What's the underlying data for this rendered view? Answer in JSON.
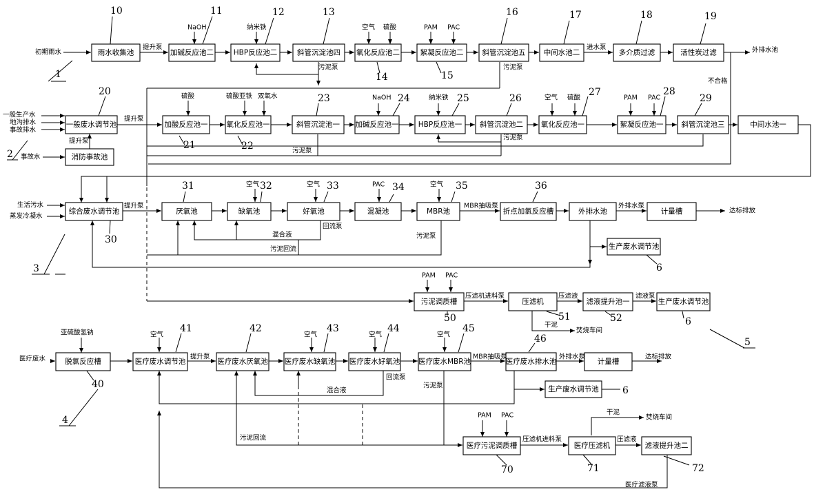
{
  "boxes": {
    "b1": "雨水收集池",
    "b2": "加碱反应池二",
    "b3": "HBP反应池二",
    "b4": "斜管沉淀池四",
    "b5": "氧化反应池二",
    "b6": "絮凝反应池二",
    "b7": "斜管沉淀池五",
    "b8": "中间水池二",
    "b9": "多介质过滤",
    "b10": "活性炭过滤",
    "b11": "一般废水调节池",
    "b12": "消防事故池",
    "b13": "加酸反应池一",
    "b14": "氧化反应池一",
    "b15": "斜管沉淀池一",
    "b16": "加碱反应池一",
    "b17": "HBP反应池一",
    "b18": "斜管沉淀池二",
    "b19": "氧化反应池一",
    "b20": "絮凝反应池一",
    "b21": "斜管沉淀池三",
    "b22": "中间水池一",
    "b23": "综合废水调节池",
    "b24": "厌氧池",
    "b25": "缺氧池",
    "b26": "好氧池",
    "b27": "混凝池",
    "b28": "MBR池",
    "b29": "折点加氯反应槽",
    "b30": "外排水池",
    "b31": "计量槽",
    "b32": "生产废水调节池",
    "b33": "污泥调质槽",
    "b34": "压滤机",
    "b35": "滤液提升池一",
    "b36": "生产废水调节池",
    "b37": "脱氯反应槽",
    "b38": "医疗废水调节池",
    "b39": "医疗废水厌氧池",
    "b40": "医疗废水缺氧池",
    "b41": "医疗废水好氧池",
    "b42": "医疗废水MBR池",
    "b43": "医疗废水排水池",
    "b44": "计量槽",
    "b45": "生产废水调节池",
    "b46": "医疗污泥调质槽",
    "b47": "医疗压滤机",
    "b48": "滤液提升池二"
  },
  "labels": {
    "t1": "初期雨水",
    "t2": "提升泵",
    "t3": "NaOH",
    "t4": "纳米铁",
    "t5": "空气",
    "t6": "硫酸",
    "t7": "PAM",
    "t8": "PAC",
    "t9": "进水泵",
    "t10": "外排水池",
    "t11": "污泥泵",
    "t12": "污泥泵",
    "t13": "不合格",
    "t14": "一般生产水",
    "t15": "地沟排水",
    "t16": "事故排水",
    "t17": "事故水",
    "t18": "提升泵",
    "t19": "提升泵",
    "t20": "硫酸",
    "t21": "硫酸亚铁",
    "t22": "双氧水",
    "t23": "NaOH",
    "t24": "纳米铁",
    "t25": "空气",
    "t26": "硫酸",
    "t27": "PAM",
    "t28": "PAC",
    "t29": "污泥泵",
    "t30": "污泥泵",
    "t31": "生活污水",
    "t32": "蒸发冷凝水",
    "t33": "提升泵",
    "t34": "空气",
    "t35": "空气",
    "t36": "PAC",
    "t37": "空气",
    "t38": "MBR抽吸泵",
    "t39": "外排水泵",
    "t40": "达标排放",
    "t41": "混合液",
    "t42": "回流泵",
    "t43": "污泥泵",
    "t44": "污泥回流",
    "t45": "PAM",
    "t46": "PAC",
    "t47": "压滤机进料泵",
    "t48": "压滤液",
    "t49": "滤液泵",
    "t50": "干泥",
    "t51": "焚烧车间",
    "t52": "亚硫酸氢钠",
    "t53": "医疗废水",
    "t54": "空气",
    "t55": "提升泵",
    "t56": "空气",
    "t57": "空气",
    "t58": "空气",
    "t59": "MBR抽吸泵",
    "t60": "外排水泵",
    "t61": "达标排放",
    "t62": "回流泵",
    "t63": "混合液",
    "t64": "污泥泵",
    "t65": "污泥回流",
    "t66": "PAM",
    "t67": "PAC",
    "t68": "压滤机进料泵",
    "t69": "压滤液",
    "t70": "干泥",
    "t71": "焚烧车间",
    "t72": "医疗滤液泵"
  },
  "callouts": {
    "n1": "1",
    "n2": "2",
    "n3": "3",
    "n4": "4",
    "n5": "5",
    "n6a": "6",
    "n6b": "6",
    "n6c": "6",
    "n10": "10",
    "n11": "11",
    "n12": "12",
    "n13": "13",
    "n14": "14",
    "n15": "15",
    "n16": "16",
    "n17": "17",
    "n18": "18",
    "n19": "19",
    "n20": "20",
    "n21": "21",
    "n22": "22",
    "n23": "23",
    "n24": "24",
    "n25": "25",
    "n26": "26",
    "n27": "27",
    "n28": "28",
    "n29": "29",
    "n30": "30",
    "n31": "31",
    "n32": "32",
    "n33": "33",
    "n34": "34",
    "n35": "35",
    "n36": "36",
    "n40": "40",
    "n41": "41",
    "n42": "42",
    "n43": "43",
    "n44": "44",
    "n45": "45",
    "n46": "46",
    "n50": "50",
    "n51": "51",
    "n52": "52",
    "n70": "70",
    "n71": "71",
    "n72": "72"
  }
}
